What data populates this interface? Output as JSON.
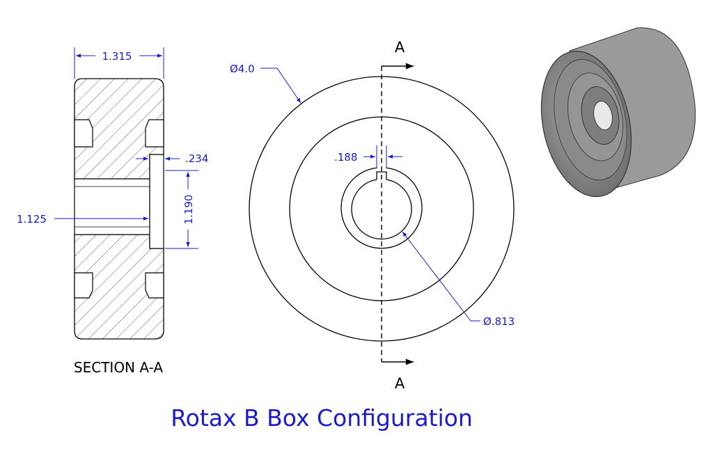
{
  "title": "Rotax B Box Configuration",
  "section": {
    "label": "SECTION A-A",
    "dims": {
      "width": "1.315",
      "bore": "1.125",
      "step_width": ".234",
      "step_height": "1.190"
    }
  },
  "front": {
    "cut_label_top": "A",
    "cut_label_bottom": "A",
    "dims": {
      "outer_dia": "Ø4.0",
      "keyway": ".188",
      "bore_dia": "Ø.813"
    }
  },
  "colors": {
    "dimension": "#1a1acc",
    "outline": "#000000",
    "body_3d": "#8c8c8c"
  }
}
